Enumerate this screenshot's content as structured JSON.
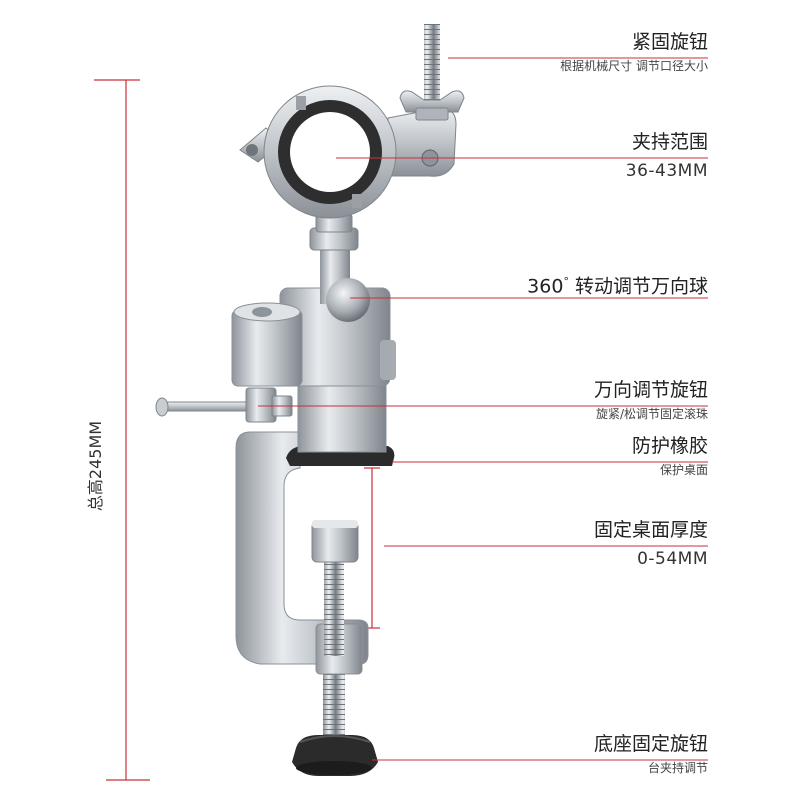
{
  "labels": {
    "knob": {
      "title": "紧固旋钮",
      "sub": "根据机械尺寸 调节口径大小"
    },
    "clamp_range": {
      "title": "夹持范围",
      "value": "36-43MM"
    },
    "ball": {
      "num": "360",
      "deg": "°",
      "title": "转动调节万向球"
    },
    "universal_knob": {
      "title": "万向调节旋钮",
      "sub": "旋紧/松调节固定滚珠"
    },
    "rubber": {
      "title": "防护橡胶",
      "sub": "保护桌面"
    },
    "thickness": {
      "title": "固定桌面厚度",
      "value": "0-54MM"
    },
    "base_knob": {
      "title": "底座固定旋钮",
      "sub": "台夹持调节"
    }
  },
  "total_height": "总高245MM",
  "colors": {
    "accent_line": "#c9303a",
    "divider": "#a9a9a9",
    "metal": "#c7cbd0",
    "rubber": "#2b2b2b"
  }
}
